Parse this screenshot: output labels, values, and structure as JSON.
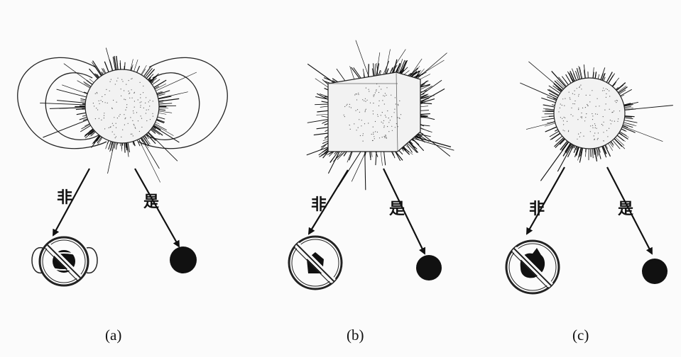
{
  "panels": [
    {
      "id": "a",
      "caption": "(a)",
      "no_label": "非",
      "yes_label": "是"
    },
    {
      "id": "b",
      "caption": "(b)",
      "no_label": "非",
      "yes_label": "是"
    },
    {
      "id": "c",
      "caption": "(c)",
      "no_label": "非",
      "yes_label": "是"
    }
  ],
  "colors": {
    "ink": "#111111",
    "paper": "#fbfbfb"
  }
}
